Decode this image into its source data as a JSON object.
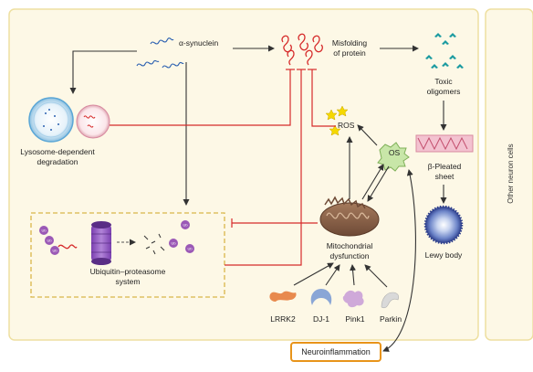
{
  "labels": {
    "alpha_synuclein": "α-synuclein",
    "misfolding_line1": "Misfolding",
    "misfolding_line2": "of protein",
    "toxic_line1": "Toxic",
    "toxic_line2": "oligomers",
    "lysosome_line1": "Lysosome-dependent",
    "lysosome_line2": "degradation",
    "ros": "ROS",
    "os": "OS",
    "beta_line1": "β-Pleated",
    "beta_line2": "sheet",
    "mito_line1": "Mitochondrial",
    "mito_line2": "dysfunction",
    "ups_line1": "Ubiquitin–proteasome",
    "ups_line2": "system",
    "lewy_body": "Lewy body",
    "neuroinflammation": "Neuroinflammation",
    "other_neuron_cells": "Other neuron cells",
    "ub": "Ub"
  },
  "genes": [
    "LRRK2",
    "DJ-1",
    "Pink1",
    "Parkin"
  ],
  "colors": {
    "panel_bg": "#fdf8e6",
    "panel_border": "#eedfa0",
    "inhibit": "#d62b2b",
    "neuroinflammation_border": "#e8941a",
    "os_fill": "#c8e6a8",
    "ros_star": "#f5d800",
    "lrrk2": "#e88a4e",
    "dj1": "#8aa6d6",
    "pink1": "#cfa9d9",
    "parkin": "#d9d9d9",
    "ub": "#9b59b6"
  }
}
